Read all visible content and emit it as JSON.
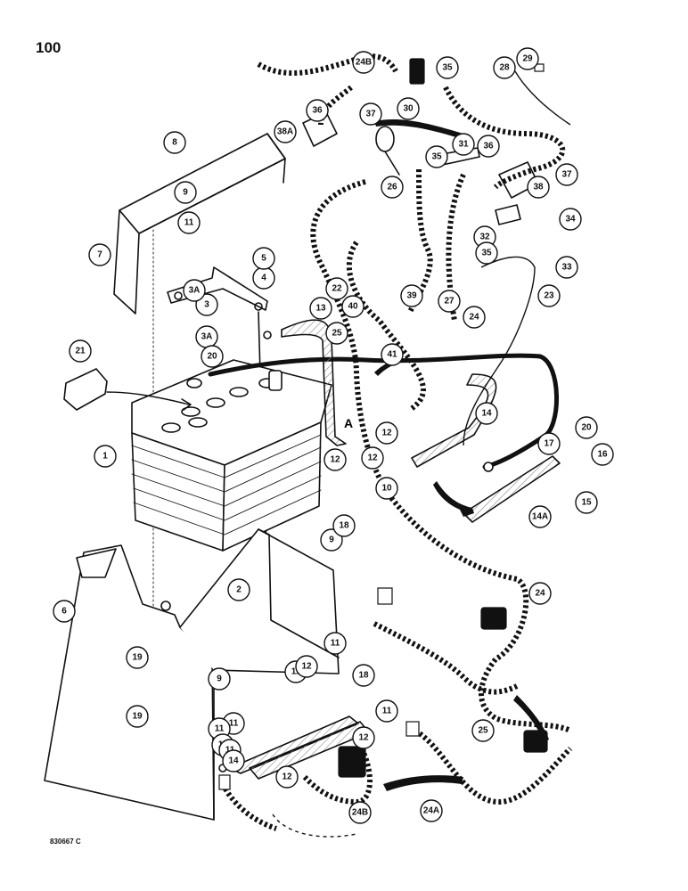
{
  "page": {
    "number": "100",
    "part_code": "830667 C"
  },
  "theme": {
    "ink": "#111111",
    "paper": "#ffffff",
    "hatch": "#888888"
  },
  "view_label": "A",
  "callouts": [
    "1",
    "2",
    "3",
    "3A",
    "3A",
    "4",
    "5",
    "6",
    "7",
    "8",
    "9",
    "9",
    "9",
    "10",
    "11",
    "11",
    "11",
    "11",
    "11",
    "11",
    "11",
    "11",
    "12",
    "12",
    "12",
    "12",
    "12",
    "12",
    "13",
    "14",
    "14",
    "14A",
    "15",
    "16",
    "17",
    "18",
    "18",
    "19",
    "19",
    "20",
    "20",
    "21",
    "22",
    "23",
    "24",
    "24",
    "24A",
    "24B",
    "24B",
    "25",
    "25",
    "26",
    "27",
    "28",
    "29",
    "30",
    "31",
    "32",
    "33",
    "34",
    "35",
    "35",
    "35",
    "36",
    "36",
    "37",
    "37",
    "38",
    "38A",
    "39",
    "40",
    "41"
  ]
}
